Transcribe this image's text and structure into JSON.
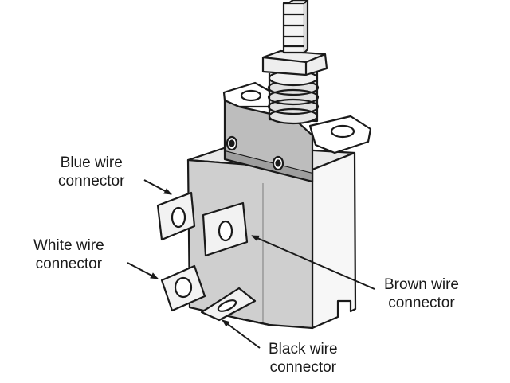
{
  "labels": {
    "blue": {
      "line1": "Blue wire",
      "line2": "connector"
    },
    "white": {
      "line1": "White wire",
      "line2": "connector"
    },
    "brown": {
      "line1": "Brown wire",
      "line2": "connector"
    },
    "black": {
      "line1": "Black wire",
      "line2": "connector"
    }
  },
  "colors": {
    "stroke": "#1a1a1a",
    "body_front": "#cfcfcf",
    "body_side": "#f4f4f4",
    "plate": "#bdbdbd",
    "terminal": "#f2f2f2"
  }
}
